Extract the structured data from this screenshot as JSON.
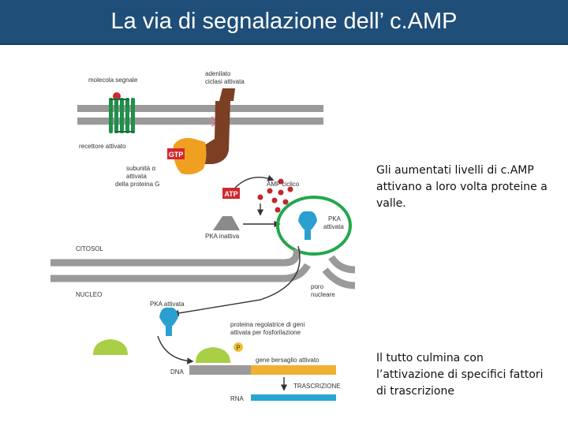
{
  "title": "La via di segnalazione dell’ c.AMP",
  "diagram": {
    "labels": {
      "signal_molecule": "molecola segnale",
      "adenylate_cyclase_1": "adenilato",
      "adenylate_cyclase_2": "ciclasi attivata",
      "activated_receptor": "recettore attivato",
      "gtp": "GTP",
      "g_alpha_1": "subunità α",
      "g_alpha_2": "attivata",
      "g_alpha_3": "della proteina G",
      "atp": "ATP",
      "camp": "AMP ciclico",
      "pka_inactive": "PKA inattiva",
      "pka_active_1": "PKA",
      "pka_active_2": "attivata",
      "cytosol": "CITOSOL",
      "nucleus": "NUCLEO",
      "nuclear_pore_1": "poro",
      "nuclear_pore_2": "nucleare",
      "pka_active_nucleus": "PKA attivata",
      "regulator_1": "proteina regolatrice di geni",
      "regulator_2": "attivata per fosforilazione",
      "phosphate": "P",
      "target_gene": "gene bersaglio attivato",
      "dna": "DNA",
      "transcription": "TRASCRIZIONE",
      "rna": "RNA"
    }
  },
  "notes": {
    "first": "Gli aumentati livelli di c.AMP attivano a loro volta proteine a valle.",
    "second": "Il tutto  culmina con l’attivazione di specifici fattori di trascrizione"
  },
  "colors": {
    "title_bar": "#1f4e79",
    "membrane": "#9a9a9a",
    "receptor": "#1f8f4a",
    "adenylate_cyclase": "#7b3f24",
    "g_protein": "#f0a020",
    "gtp_atp_badge": "#d0282d",
    "camp_dots": "#c0282d",
    "pka": "#2a9fd0",
    "regulator": "#a8cf45",
    "highlight_circle": "#22a84a",
    "gene_bar": "#f0b030",
    "rna_bar": "#25a8d0"
  }
}
